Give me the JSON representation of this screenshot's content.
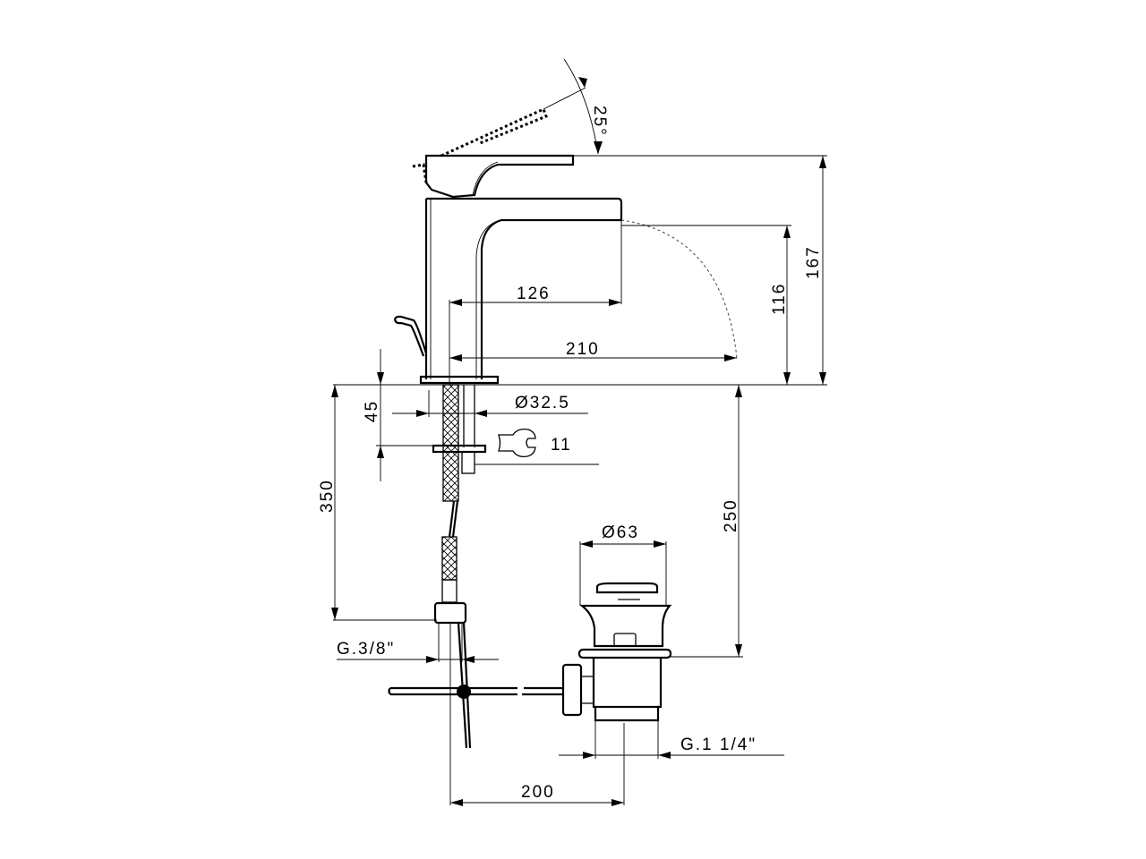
{
  "drawing": {
    "title": "Basin mixer with pop-up waste – technical drawing",
    "colors": {
      "line": "#000000",
      "background": "#ffffff"
    },
    "dimensions": {
      "lever_angle": "25°",
      "overall_height": "167",
      "spout_height": "116",
      "spout_reach": "126",
      "water_jet_reach": "210",
      "base_diameter": "Ø32.5",
      "max_deck_thickness": "45",
      "wrench_size": "11",
      "hose_length": "350",
      "waste_height": "250",
      "waste_diameter": "Ø63",
      "hose_thread": "G.3/8\"",
      "waste_thread": "G.1 1/4\"",
      "rod_distance": "200"
    },
    "icons": {
      "wrench": "wrench-icon"
    }
  }
}
